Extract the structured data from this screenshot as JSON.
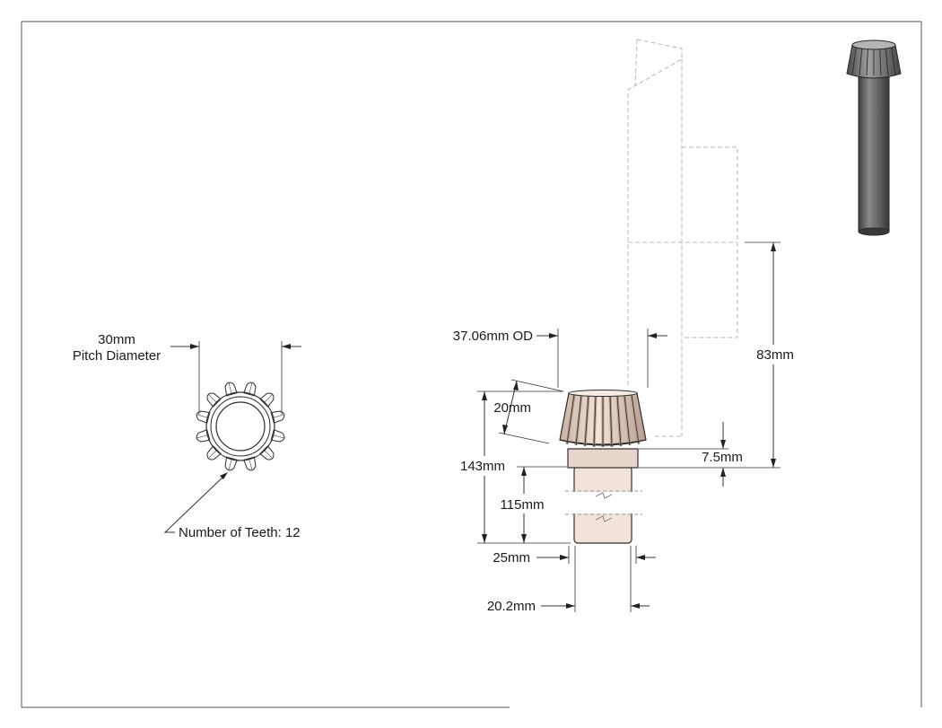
{
  "labels": {
    "pitch_diameter_value": "30mm",
    "pitch_diameter_caption": "Pitch Diameter",
    "number_of_teeth": "Number of Teeth: 12",
    "outer_diameter": "37.06mm OD",
    "face_width": "20mm",
    "overall_length": "143mm",
    "shaft_length": "115mm",
    "hub_diameter": "25mm",
    "shaft_diameter": "20.2mm",
    "mounting_distance": "83mm",
    "hub_length": "7.5mm"
  },
  "gear": {
    "teeth": 12
  },
  "colors": {
    "gear_body": "#e7d6cc",
    "gear_shadow": "#b39a8d",
    "shaft_body": "#f1e3da",
    "iso_shaft": "#6e6e6e",
    "iso_gear": "#8a8a8a",
    "frame": "#555555"
  },
  "icons": {
    "end_view": "gear-end-view-icon",
    "iso_view": "isometric-gear-shaft-icon"
  }
}
